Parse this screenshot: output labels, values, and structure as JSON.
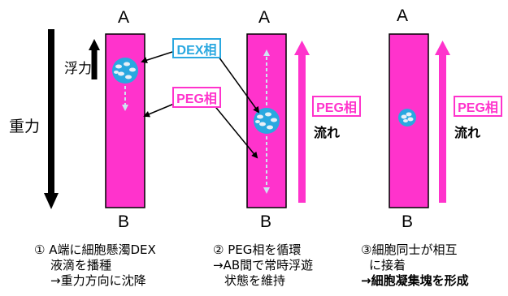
{
  "panels": [
    {
      "top": "A",
      "bottom": "B"
    },
    {
      "top": "A",
      "bottom": "B"
    },
    {
      "top": "A",
      "bottom": "B"
    }
  ],
  "labels": {
    "gravity": "重力",
    "buoyancy": "浮力",
    "dex_phase": "DEX相",
    "peg_phase": "PEG相",
    "peg_flow_1": "PEG相",
    "peg_flow_2": "PEG相",
    "flow_1": "流れ",
    "flow_2": "流れ"
  },
  "captions": {
    "step1": [
      "① A端に細胞懸濁DEX",
      "液滴を播種",
      "→重力方向に沈降"
    ],
    "step2": [
      "② PEG相を循環",
      "→AB間で常時浮遊",
      "状態を維持"
    ],
    "step3": [
      "③細胞同士が相互",
      "に接着",
      "→細胞凝集塊を形成"
    ]
  },
  "colors": {
    "peg": "#ff33cc",
    "dex": "#2aa8e0",
    "cell": "#e8f0f8",
    "arrow": "#000000"
  }
}
